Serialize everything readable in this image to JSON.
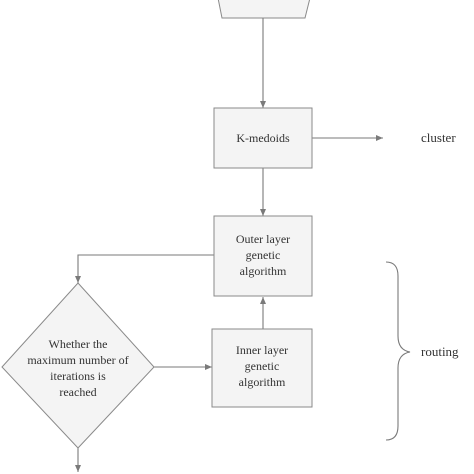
{
  "nodes": {
    "kmedoids": {
      "label": "K-medoids"
    },
    "outer": {
      "lines": [
        "Outer layer",
        "genetic",
        "algorithm"
      ]
    },
    "inner": {
      "lines": [
        "Inner layer",
        "genetic",
        "algorithm"
      ]
    },
    "decision": {
      "lines": [
        "Whether the",
        "maximum number of",
        "iterations is",
        "reached"
      ]
    }
  },
  "annotations": {
    "cluster": "cluster",
    "routing": "routing"
  },
  "colors": {
    "stroke": "#8a8a8a",
    "fill": "#f4f4f4",
    "text": "#333333"
  }
}
